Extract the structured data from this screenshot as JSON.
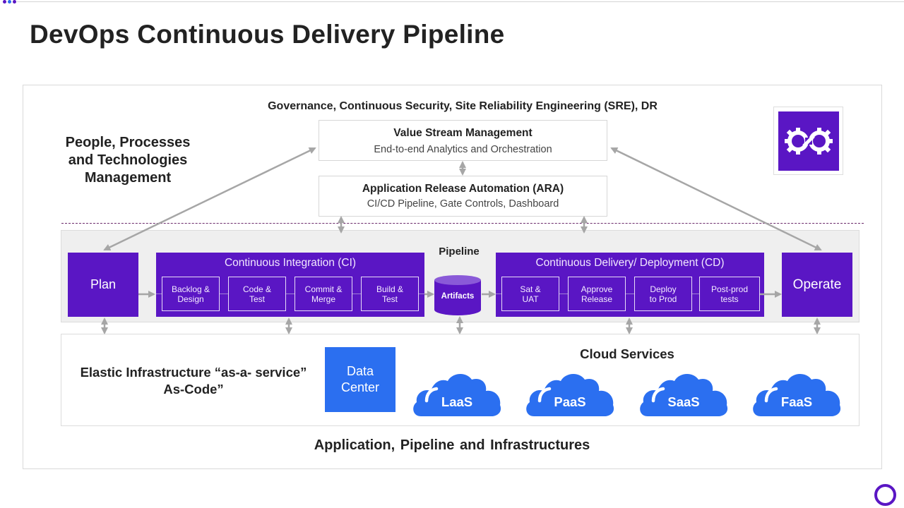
{
  "title": "DevOps Continuous Delivery Pipeline",
  "header_dots": {
    "colors": [
      "#5a16c4",
      "#2b6ff0",
      "#5a16c4"
    ]
  },
  "governance_label": "Governance, Continuous Security, Site Reliability Engineering (SRE), DR",
  "people_label": "People, Processes and Technologies Management",
  "value_stream": {
    "title": "Value Stream Management",
    "subtitle": "End-to-end Analytics and Orchestration"
  },
  "ara": {
    "title": "Application Release Automation (ARA)",
    "subtitle": "CI/CD Pipeline, Gate Controls, Dashboard"
  },
  "logo": {
    "icon": "devops-gears-infinity-icon"
  },
  "pipeline": {
    "label": "Pipeline",
    "plan": "Plan",
    "operate": "Operate",
    "ci": {
      "title": "Continuous Integration (CI)",
      "steps": [
        "Backlog &\nDesign",
        "Code &\nTest",
        "Commit &\nMerge",
        "Build &\nTest"
      ]
    },
    "artifacts": "Artifacts",
    "cd": {
      "title": "Continuous Delivery/ Deployment (CD)",
      "steps": [
        "Sat &\nUAT",
        "Approve\nRelease",
        "Deploy\nto Prod",
        "Post-prod\ntests"
      ]
    }
  },
  "infrastructure": {
    "elastic_label": "Elastic Infrastructure “as-a- service”\nAs-Code”",
    "data_center": "Data\nCenter",
    "cloud_title": "Cloud Services",
    "clouds": [
      "LaaS",
      "PaaS",
      "SaaS",
      "FaaS"
    ]
  },
  "bottom_label": "Application, Pipeline and Infrastructures",
  "colors": {
    "purple": "#5a16c4",
    "blue": "#2b6ff0",
    "arrow_gray": "#a6a6a6",
    "dash": "#6b2a6b"
  }
}
